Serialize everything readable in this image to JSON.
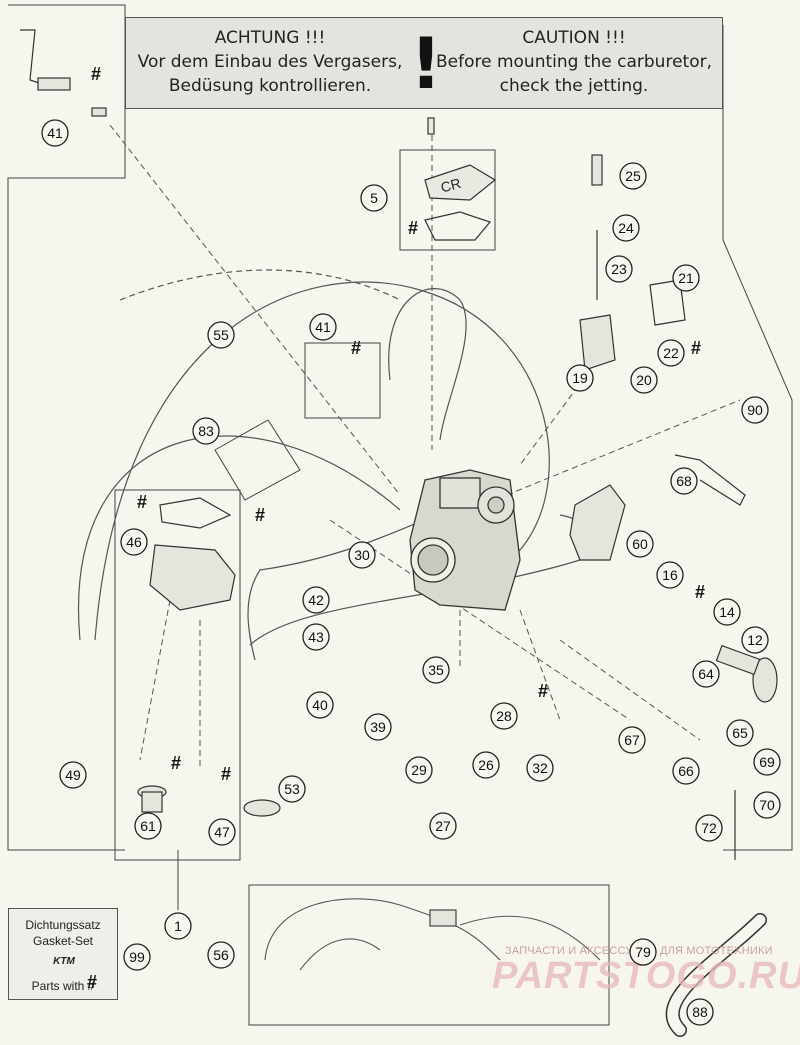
{
  "caution": {
    "german": "ACHTUNG !!!\nVor dem Einbau des Vergasers,\nBedüsung kontrollieren.",
    "mark": "!",
    "english": "CAUTION !!!\nBefore mounting the carburetor,\ncheck the jetting."
  },
  "gasket_set": {
    "line1": "Dichtungssatz",
    "line2": "Gasket-Set",
    "brand_logo": "KTM",
    "line3": "Parts with #"
  },
  "marker_symbol": "#",
  "float_bowl_cover_marking": "CR",
  "watermark": {
    "line": "ЗАПЧАСТИ И АКСЕССУАРЫ ДЛЯ МОТОТЕХНИКИ",
    "logo": "PARTSTOGO.RU"
  },
  "part_numbers": [
    "41",
    "5",
    "25",
    "24",
    "23",
    "21",
    "55",
    "41",
    "22",
    "19",
    "20",
    "83",
    "90",
    "68",
    "46",
    "60",
    "30",
    "16",
    "42",
    "14",
    "43",
    "12",
    "35",
    "64",
    "40",
    "39",
    "28",
    "67",
    "65",
    "26",
    "29",
    "32",
    "69",
    "49",
    "66",
    "53",
    "70",
    "61",
    "47",
    "27",
    "72",
    "1",
    "99",
    "56",
    "79",
    "88"
  ]
}
